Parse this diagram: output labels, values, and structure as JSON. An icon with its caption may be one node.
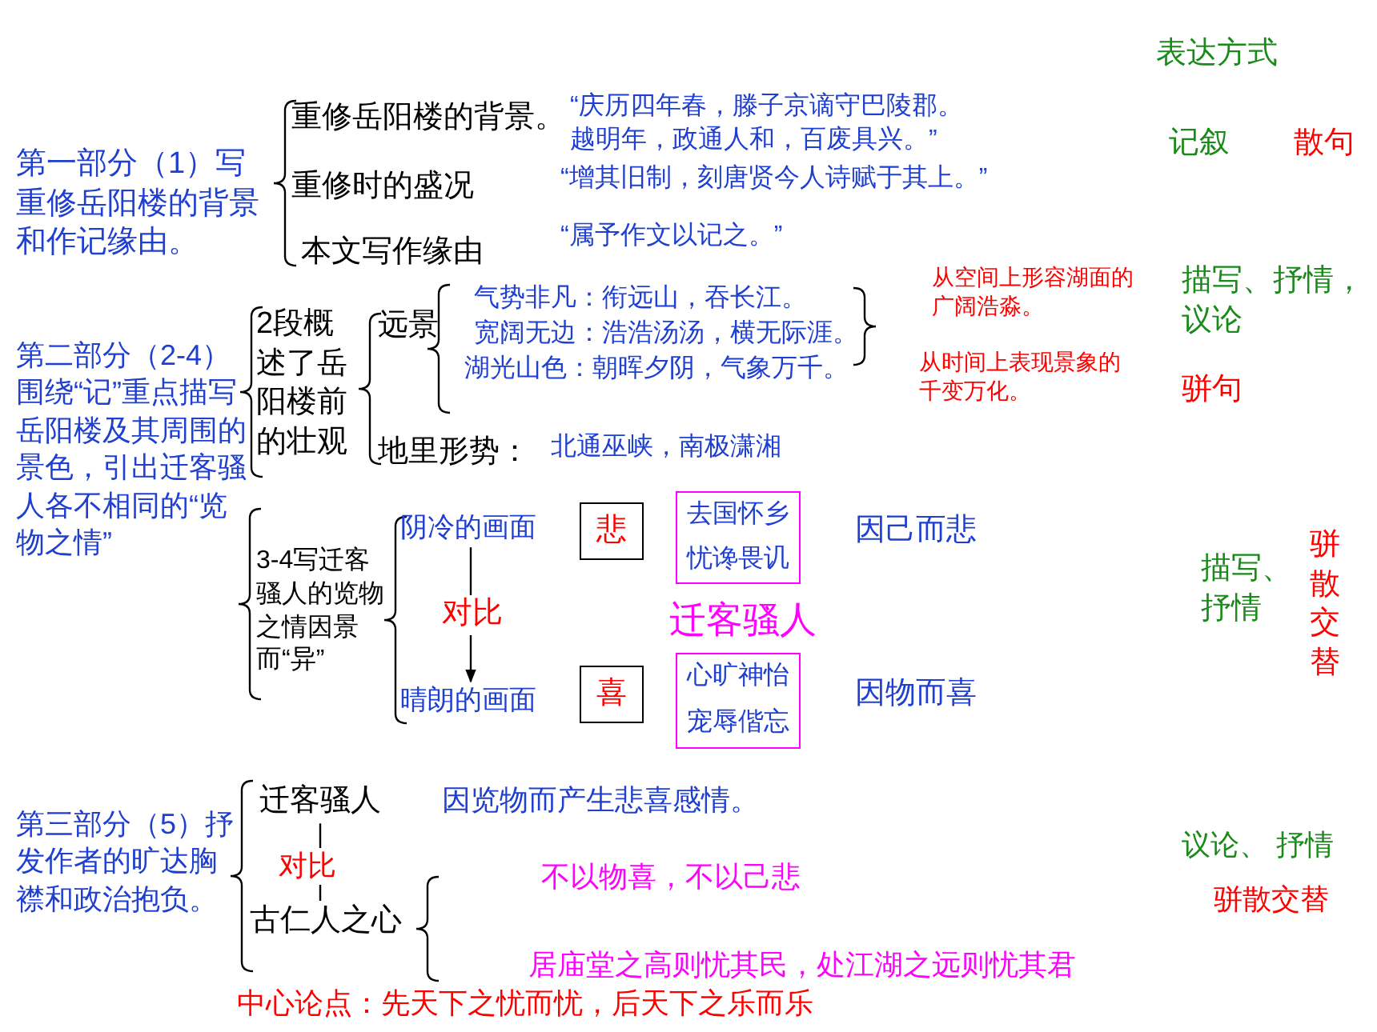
{
  "diagram": {
    "nodes": [
      {
        "text": [
          "阴冷的画面"
        ]
      },
      {
        "text": [
          "晴朗的画面"
        ]
      },
      {
        "text": [
          "悲"
        ]
      },
      {
        "text": [
          "喜"
        ]
      },
      {
        "text": [
          "去国怀乡",
          "忧谗畏讥"
        ]
      },
      {
        "text": [
          "心旷神怡",
          "宠辱偕忘"
        ]
      },
      {
        "text": [
          "迁客骚人"
        ]
      },
      {
        "text": [
          "古仁人之心"
        ]
      }
    ],
    "edges": [
      {
        "from": 0,
        "to": 1,
        "arrow": "to",
        "label": "对比"
      },
      {
        "from": 6,
        "to": 7,
        "arrow": "none",
        "label": "对比"
      }
    ],
    "labels": [
      "表达方式",
      "第一部分（1）写重修岳阳楼的背景和作记缘由。",
      "重修岳阳楼的背景。",
      "“庆历四年春，滕子京谪守巴陵郡。越明年，政通人和，百废具兴。”",
      "记叙",
      "散句",
      "重修时的盛况",
      "“增其旧制，刻唐贤今人诗赋于其上。”",
      "本文写作缘由",
      "“属予作文以记之。”",
      "从空间上形容湖面的广阔浩淼。",
      "描写、抒情，议论",
      "2段概述了岳阳楼前的壮观",
      "远景",
      "气势非凡：衔远山，吞长江。",
      "宽阔无边：浩浩汤汤，横无际涯。",
      "湖光山色：朝晖夕阴，气象万千。",
      "从时间上表现景象的千变万化。",
      "骈句",
      "第二部分（2-4）围绕“记”重点描写岳阳楼及其周围的景色，引出迁客骚人各不相同的“览物之情”",
      "地里形势：",
      "北通巫峡，南极潇湘",
      "3-4写迁客骚人的览物之情因景而“异”",
      "因己而悲",
      "迁客骚人",
      "因物而喜",
      "描写、抒情",
      "骈散交替",
      "第三部分（5）抒发作者的旷达胸襟和政治抱负。",
      "因览物而产生悲喜感情。",
      "不以物喜，不以己悲",
      "议论、 抒情",
      "骈散交替",
      "居庙堂之高则忧其民，处江湖之远则忧其君",
      "中心论点：先天下之忧而忧，后天下之乐而乐"
    ]
  }
}
